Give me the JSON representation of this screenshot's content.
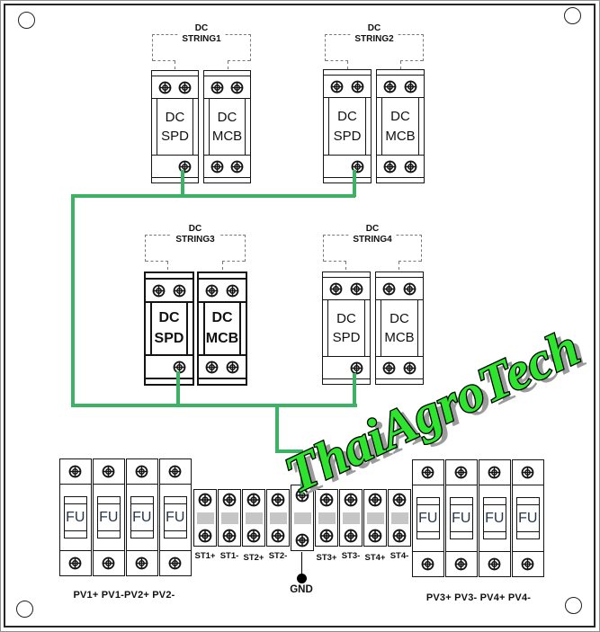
{
  "watermark": {
    "text": "ThaiAgroTech"
  },
  "colors": {
    "wire": "#3cb264",
    "band": "#c6c6c6",
    "watermark_fill": "#2ee42e",
    "watermark_shadow": "#9b9b9b"
  },
  "strings": [
    {
      "callout_line1": "DC",
      "callout_line2": "STRING1",
      "spd_line1": "DC",
      "spd_line2": "SPD",
      "mcb_line1": "DC",
      "mcb_line2": "MCB"
    },
    {
      "callout_line1": "DC",
      "callout_line2": "STRING2",
      "spd_line1": "DC",
      "spd_line2": "SPD",
      "mcb_line1": "DC",
      "mcb_line2": "MCB"
    },
    {
      "callout_line1": "DC",
      "callout_line2": "STRING3",
      "spd_line1": "DC",
      "spd_line2": "SPD",
      "mcb_line1": "DC",
      "mcb_line2": "MCB"
    },
    {
      "callout_line1": "DC",
      "callout_line2": "STRING4",
      "spd_line1": "DC",
      "spd_line2": "SPD",
      "mcb_line1": "DC",
      "mcb_line2": "MCB"
    }
  ],
  "fuse_groups": {
    "left": {
      "fuse_label": "FU",
      "caption": "PV1+ PV1-PV2+ PV2-"
    },
    "right": {
      "fuse_label": "FU",
      "caption": "PV3+ PV3- PV4+ PV4-"
    }
  },
  "terminal_strip": {
    "labels": [
      "ST1+",
      "ST1-",
      "ST2+",
      "ST2-",
      "ST3+",
      "ST3-",
      "ST4+",
      "ST4-"
    ],
    "gnd": "GND"
  }
}
